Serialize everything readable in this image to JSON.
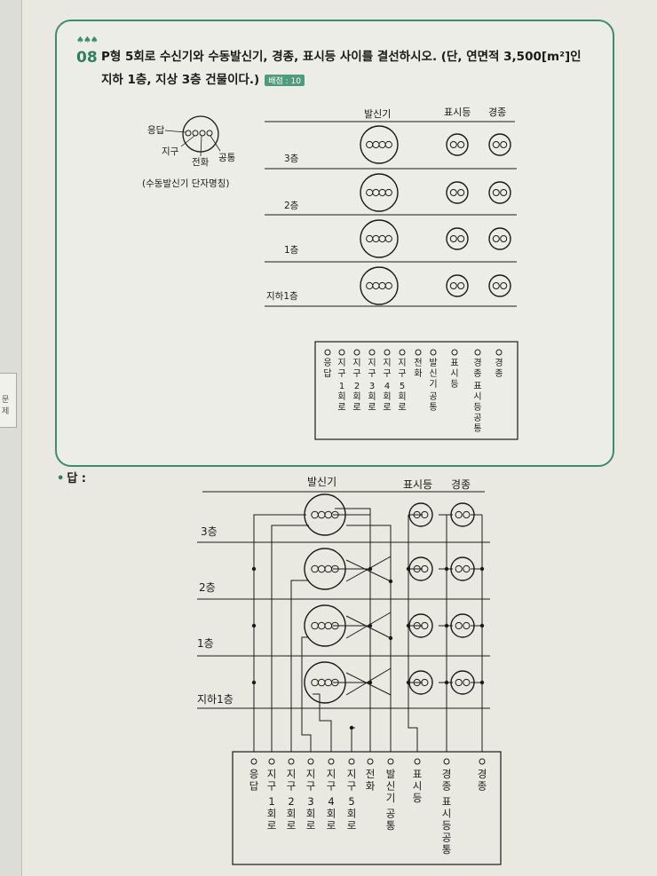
{
  "sidebar_tab": {
    "label": "문제"
  },
  "question": {
    "icon": "♠♠♠",
    "number": "08",
    "line1": "P형 5회로 수신기와 수동발신기, 경종, 표시등 사이를 결선하시오. (단, 연면적 3,500[m²]인",
    "line2": "지하 1층, 지상 3층 건물이다.)",
    "score": "배점 : 10"
  },
  "legend": {
    "labels": {
      "response": "응답",
      "zone": "지구",
      "phone": "전화",
      "common": "공통"
    },
    "caption": "(수동발신기 단자명칭)"
  },
  "problem_diagram": {
    "headers": {
      "transmitter": "발신기",
      "indicator": "표시등",
      "bell": "경종"
    },
    "floors": [
      "3층",
      "2층",
      "1층",
      "지하1층"
    ],
    "terminals": [
      {
        "name": "응답",
        "sub": ""
      },
      {
        "name": "지구",
        "sub": "1회로"
      },
      {
        "name": "지구",
        "sub": "2회로"
      },
      {
        "name": "지구",
        "sub": "3회로"
      },
      {
        "name": "지구",
        "sub": "4회로"
      },
      {
        "name": "지구",
        "sub": "5회로"
      },
      {
        "name": "전화",
        "sub": ""
      },
      {
        "name": "발신기",
        "sub": "공통"
      },
      {
        "name": "표시등",
        "sub": ""
      },
      {
        "name": "경종",
        "sub": "표시등공통"
      },
      {
        "name": "경종",
        "sub": ""
      }
    ]
  },
  "answer": {
    "label": "답 :",
    "headers": {
      "transmitter": "발신기",
      "indicator": "표시등",
      "bell": "경종"
    },
    "floors": [
      "3층",
      "2층",
      "1층",
      "지하1층"
    ]
  }
}
